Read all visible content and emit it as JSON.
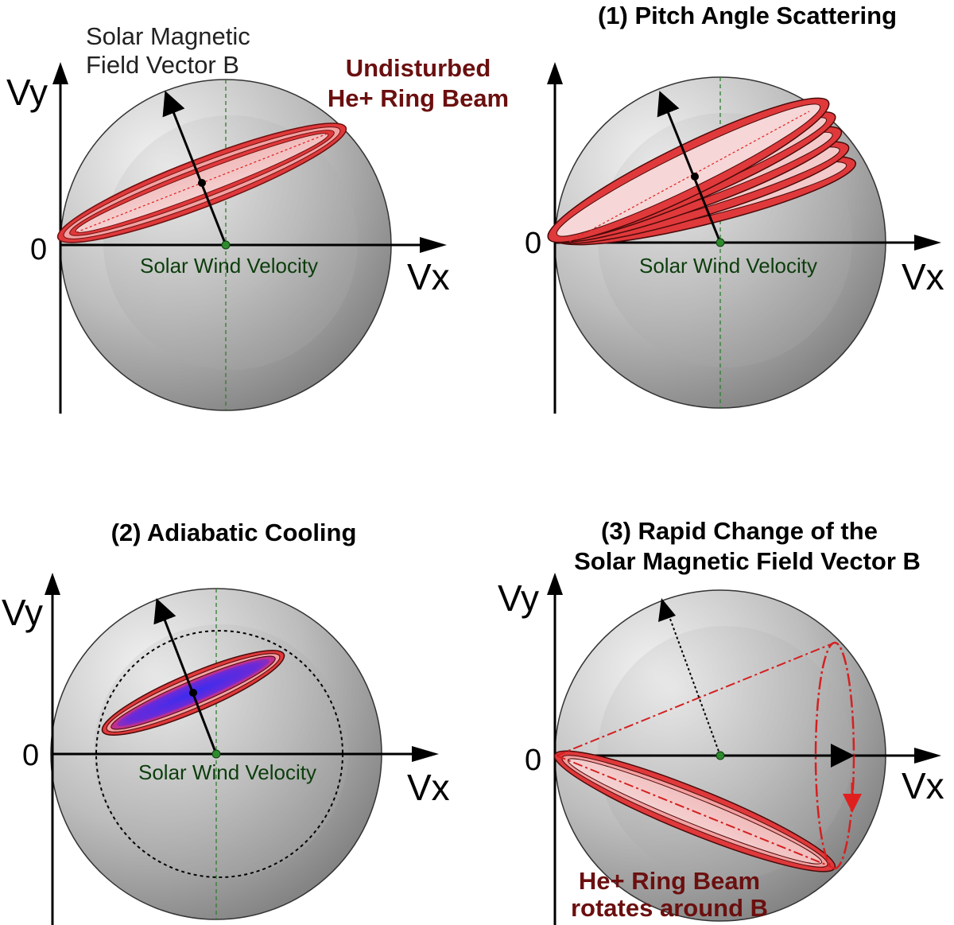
{
  "labels": {
    "vy": "Vy",
    "vx": "Vx",
    "zero": "0",
    "solar_wind_velocity": "Solar Wind Velocity"
  },
  "panel_a": {
    "b_label_line1": "Solar Magnetic",
    "b_label_line2": "Field Vector B",
    "beam_label_line1": "Undisturbed",
    "beam_label_line2": "He+ Ring Beam"
  },
  "panel_b": {
    "title": "(1) Pitch Angle Scattering"
  },
  "panel_c": {
    "title": "(2) Adiabatic Cooling"
  },
  "panel_d": {
    "title_line1": "(3) Rapid Change of the",
    "title_line2": "Solar Magnetic Field Vector B",
    "beam_label_line1": "He+ Ring Beam",
    "beam_label_line2": "rotates around B"
  },
  "colors": {
    "sphere_light": "#e6e6e6",
    "sphere_dark": "#8c8c8c",
    "beam_red": "#e0393b",
    "beam_fill": "#f4c9c9",
    "cooled_beam": "#4a2ae8",
    "solar_wind_green": "#2e8b2e"
  }
}
